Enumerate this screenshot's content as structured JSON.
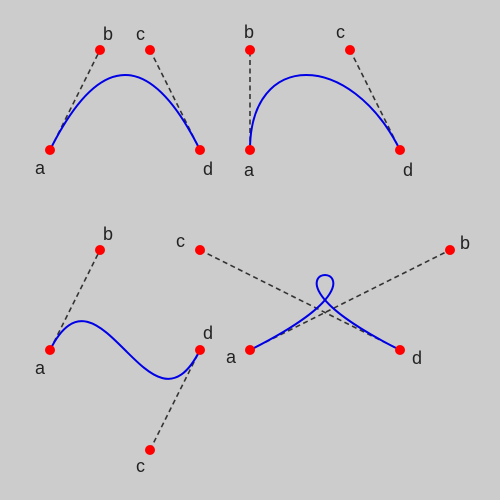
{
  "colors": {
    "background": "#cccccc",
    "curve": "#0000e6",
    "control_point": "#ff0000",
    "handle_line": "#333333",
    "label": "#222222"
  },
  "diagrams": [
    {
      "id": "top-left",
      "labels": {
        "a": "a",
        "b": "b",
        "c": "c",
        "d": "d"
      }
    },
    {
      "id": "top-right",
      "labels": {
        "a": "a",
        "b": "b",
        "c": "c",
        "d": "d"
      }
    },
    {
      "id": "bottom-left",
      "labels": {
        "a": "a",
        "b": "b",
        "c": "c",
        "d": "d"
      }
    },
    {
      "id": "bottom-right",
      "labels": {
        "a": "a",
        "b": "b",
        "c": "c",
        "d": "d"
      }
    }
  ]
}
